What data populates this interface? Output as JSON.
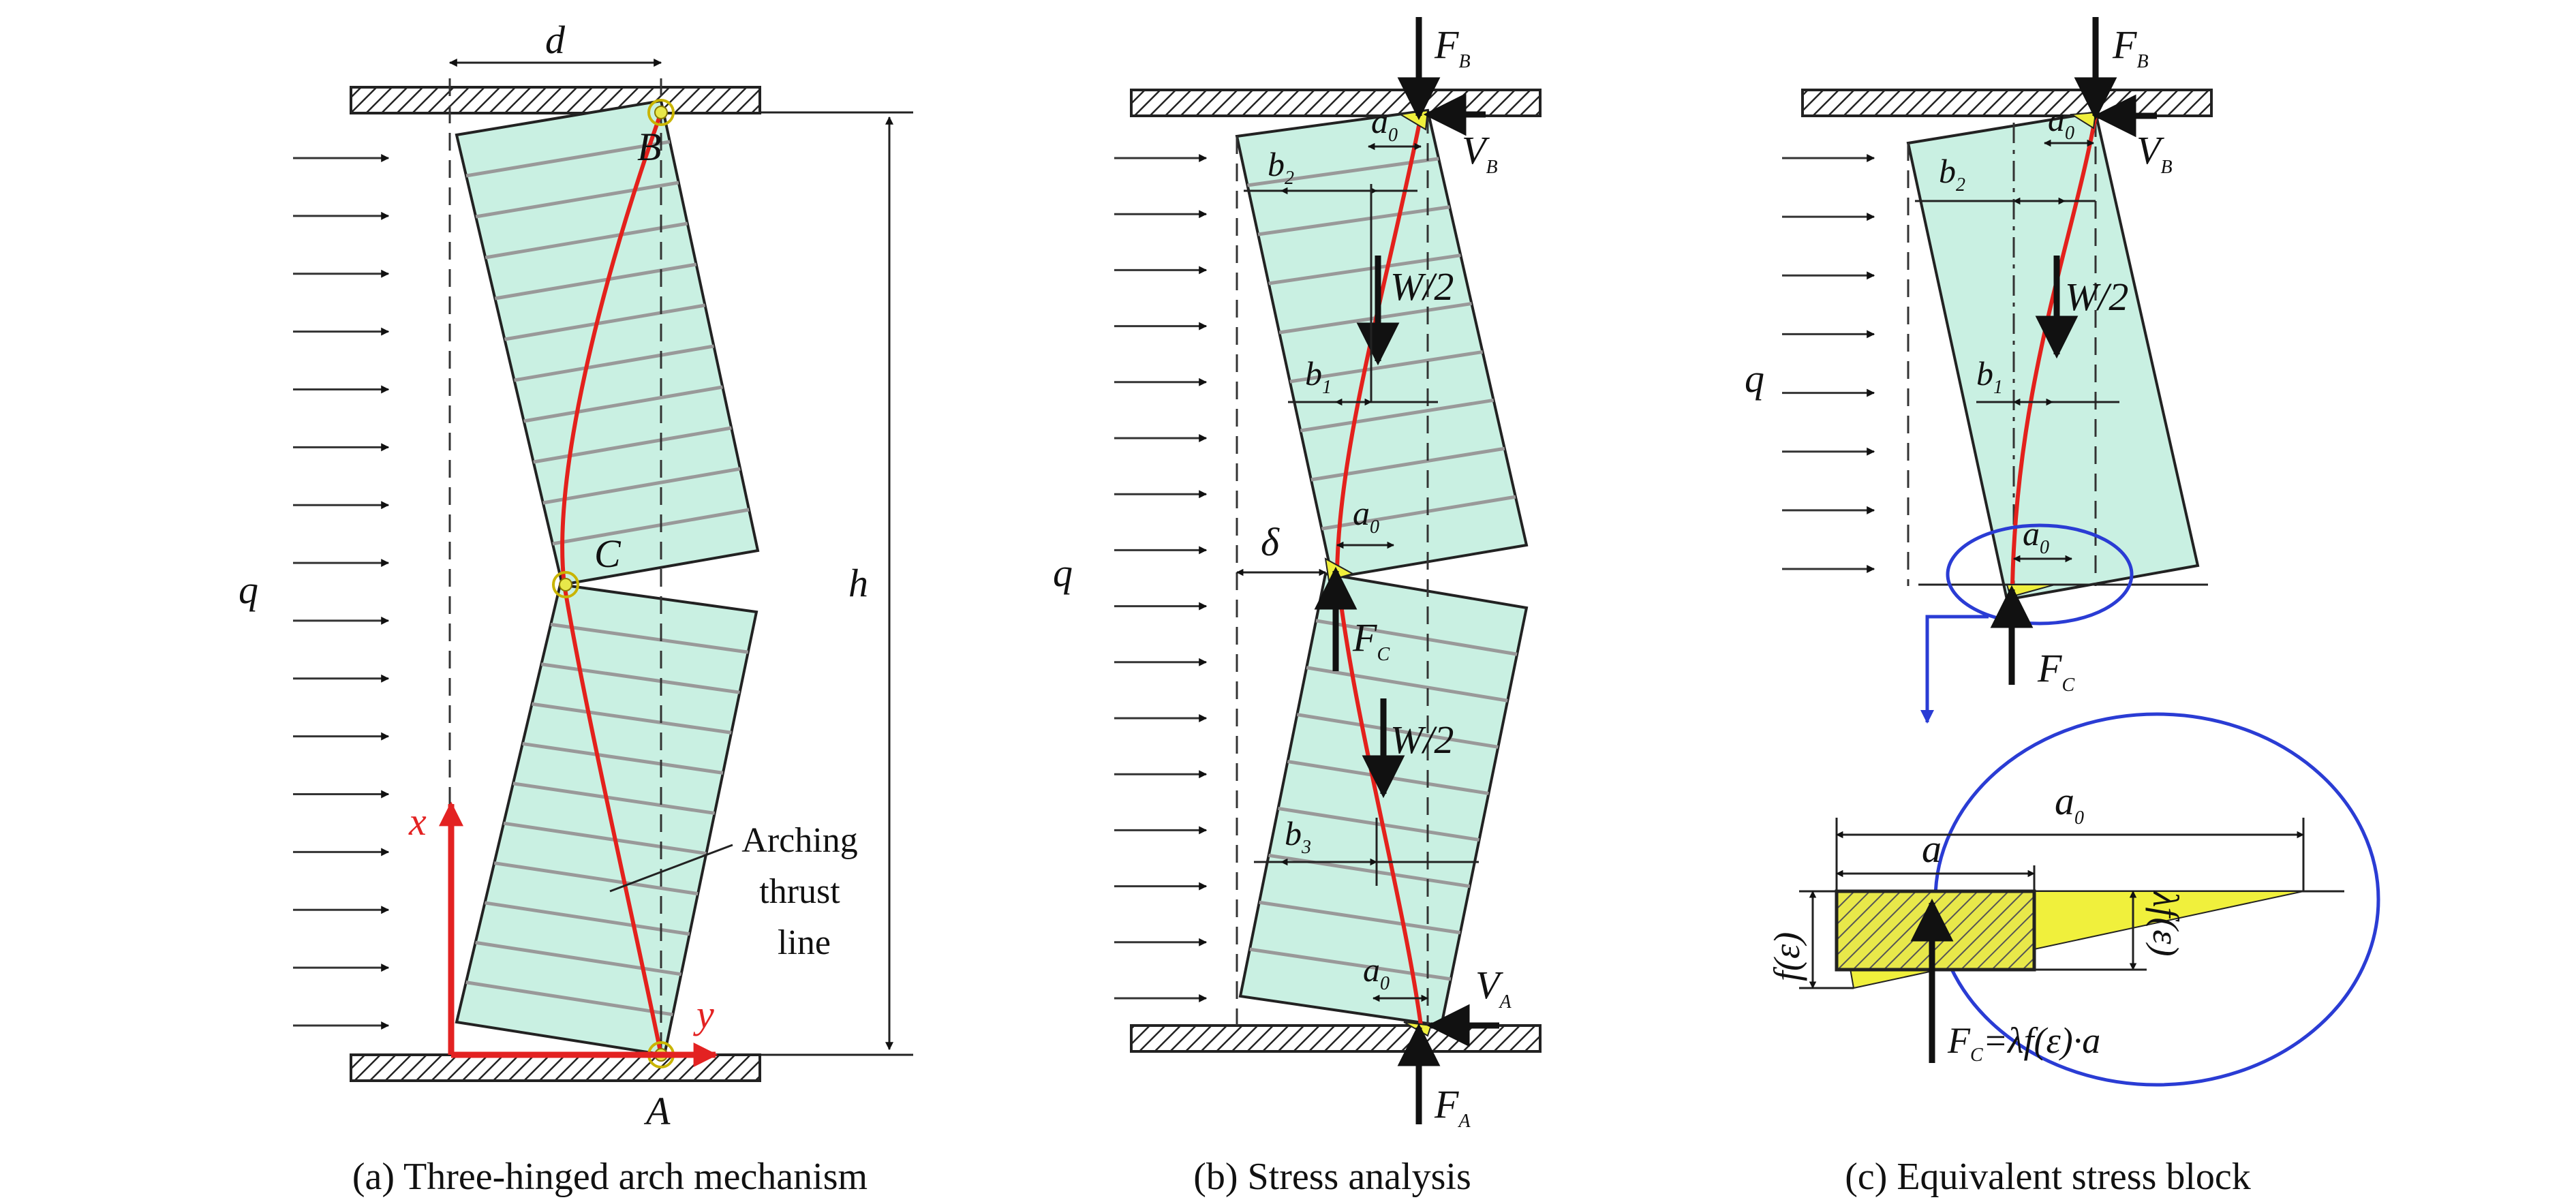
{
  "panels": {
    "a": {
      "caption": "(a) Three-hinged arch mechanism",
      "labels": {
        "d": "d",
        "B": "B",
        "C": "C",
        "A": "A",
        "h": "h",
        "q": "q",
        "x": "x",
        "y": "y"
      },
      "annotation": [
        "Arching",
        "thrust",
        "line"
      ]
    },
    "b": {
      "caption": "(b) Stress analysis",
      "labels": {
        "FB": "F",
        "FB_sub": "B",
        "VB": "V",
        "VB_sub": "B",
        "a0": "a",
        "a0_sub": "0",
        "b2": "b",
        "b2_sub": "2",
        "b1": "b",
        "b1_sub": "1",
        "b3": "b",
        "b3_sub": "3",
        "W2": "W/2",
        "delta": "δ",
        "q": "q",
        "FC": "F",
        "FC_sub": "C",
        "VA": "V",
        "VA_sub": "A",
        "FA": "F",
        "FA_sub": "A"
      }
    },
    "c": {
      "caption": "(c) Equivalent stress block",
      "labels": {
        "FB": "F",
        "FB_sub": "B",
        "VB": "V",
        "VB_sub": "B",
        "a0": "a",
        "a0_sub": "0",
        "b2": "b",
        "b2_sub": "2",
        "b1": "b",
        "b1_sub": "1",
        "W2": "W/2",
        "q": "q",
        "FC": "F",
        "FC_sub": "C",
        "detail_a0": "a",
        "detail_a0_sub": "0",
        "detail_a": "a",
        "f_eps": "f(ε)",
        "lambda_f_eps": "λf(ε)",
        "formula": "F",
        "formula_sub": "C",
        "formula_rest": "=λf(ε)·a"
      }
    }
  },
  "colors": {
    "block_fill": "#c9f0e2",
    "thrust_line": "#e3211c",
    "axis": "#e32222",
    "detail_ellipse": "#2a3cd4",
    "stress_yellow": "#f0f03c",
    "hinge": "#e8e84a"
  }
}
